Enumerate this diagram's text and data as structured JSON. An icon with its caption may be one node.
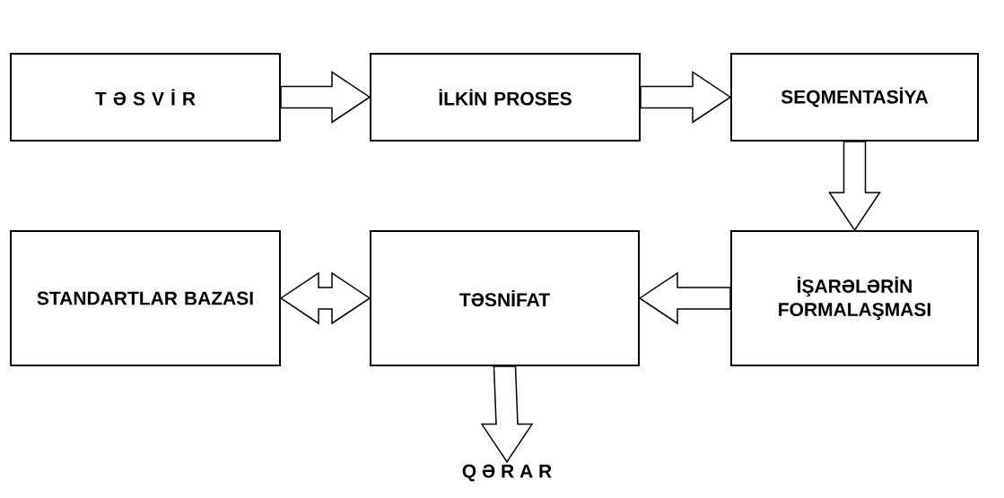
{
  "diagram": {
    "nodes": [
      {
        "text": [
          "T Ə S V İ R"
        ]
      },
      {
        "text": [
          "İLKİN PROSES"
        ]
      },
      {
        "text": [
          "SEQMENTASİYA"
        ]
      },
      {
        "text": [
          "İŞARƏLƏRİN FORMALAŞMASI"
        ]
      },
      {
        "text": [
          "TƏSNİFAT"
        ]
      },
      {
        "text": [
          "STANDARTLAR BAZASI"
        ]
      },
      {
        "text": [
          "Q Ə R A R"
        ]
      }
    ],
    "edges": [
      {
        "from": 0,
        "to": 1,
        "arrow": "to"
      },
      {
        "from": 1,
        "to": 2,
        "arrow": "to"
      },
      {
        "from": 2,
        "to": 3,
        "arrow": "to"
      },
      {
        "from": 3,
        "to": 4,
        "arrow": "to"
      },
      {
        "from": 5,
        "to": 4,
        "arrow": "both"
      },
      {
        "from": 4,
        "to": 6,
        "arrow": "to"
      }
    ]
  }
}
